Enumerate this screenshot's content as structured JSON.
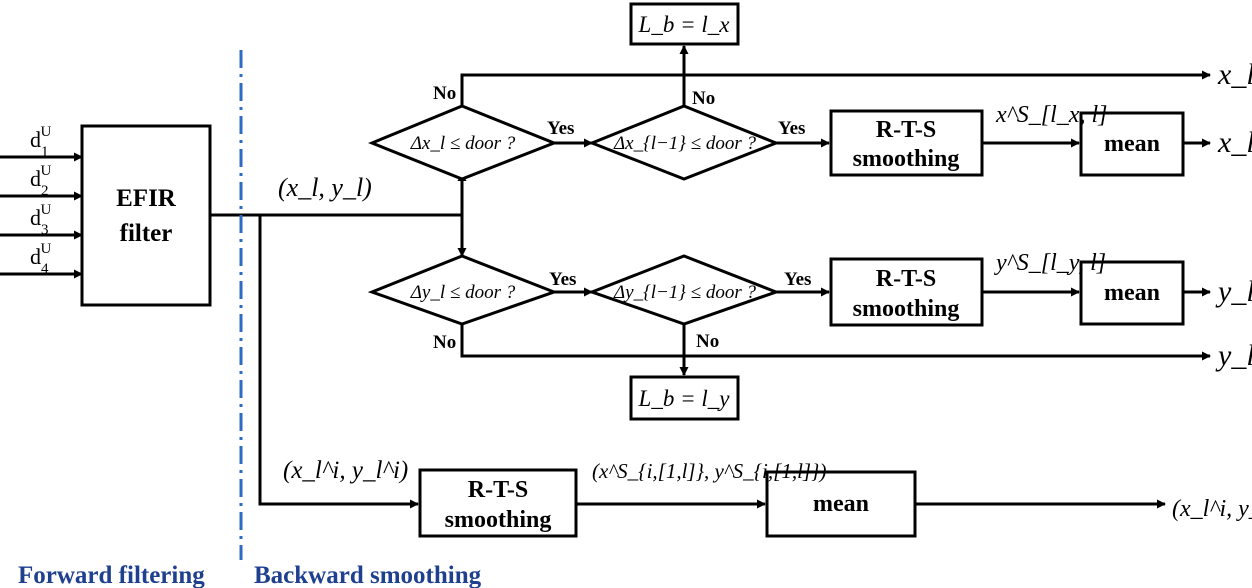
{
  "colors": {
    "line": "#000000",
    "divider": "#2e6bc4",
    "caption": "#1f3f8f"
  },
  "inputs": {
    "d1": {
      "base": "d",
      "sub": "1",
      "sup": "U"
    },
    "d2": {
      "base": "d",
      "sub": "2",
      "sup": "U"
    },
    "d3": {
      "base": "d",
      "sub": "3",
      "sup": "U"
    },
    "d4": {
      "base": "d",
      "sub": "4",
      "sup": "U"
    }
  },
  "efir": {
    "line1": "EFIR",
    "line2": "filter"
  },
  "labels": {
    "xy_main": "(x_l, y_l)",
    "xy_i": "(x_l^i, y_l^i)",
    "xs_y_series": "(x^S_{i,[1,l]}, y^S_{i,[1,l]})",
    "x_out_top": "x_l",
    "x_out_mean": "x_l",
    "y_out_mean": "y_l",
    "y_out_bottom": "y_l",
    "xi_out": "(x_l^i, y_l^i)",
    "xs_label": "x^S_[l_x, l]",
    "ys_label": "y^S_[l_y, l]"
  },
  "decisions": {
    "dx": "Δx_l ≤ door ?",
    "dx1": "Δx_{l−1} ≤ door ?",
    "dy": "Δy_l ≤ door ?",
    "dy1": "Δy_{l−1} ≤ door ?"
  },
  "flow": {
    "yes": "Yes",
    "no": "No"
  },
  "boxes": {
    "lb_x": "L_b = l_x",
    "lb_y": "L_b = l_y",
    "rts_line1": "R-T-S",
    "rts_line2": "smoothing",
    "mean": "mean"
  },
  "footer": {
    "forward": "Forward filtering",
    "backward": "Backward smoothing"
  }
}
